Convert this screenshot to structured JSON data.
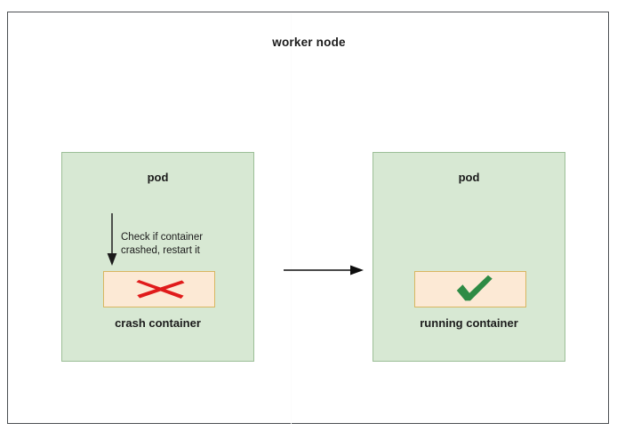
{
  "diagram": {
    "title": "worker node",
    "transition_arrow_icon": "right-arrow-icon",
    "pods": [
      {
        "title": "pod",
        "container_label": "crash container",
        "status_icon": "red-cross-icon",
        "annotation": {
          "line1": "Check if container",
          "line2": "crashed, restart it",
          "arrow_icon": "down-arrow-icon"
        }
      },
      {
        "title": "pod",
        "container_label": "running container",
        "status_icon": "green-check-icon"
      }
    ]
  },
  "colors": {
    "frame_border": "#4b4f52",
    "pod_fill": "#d7e8d3",
    "pod_border": "#9cbf97",
    "container_fill": "#fce9d5",
    "container_border": "#d8b661",
    "crash_mark": "#e01b1b",
    "running_mark": "#2e8b45",
    "text": "#1b1b1b",
    "background": "#ffffff"
  }
}
